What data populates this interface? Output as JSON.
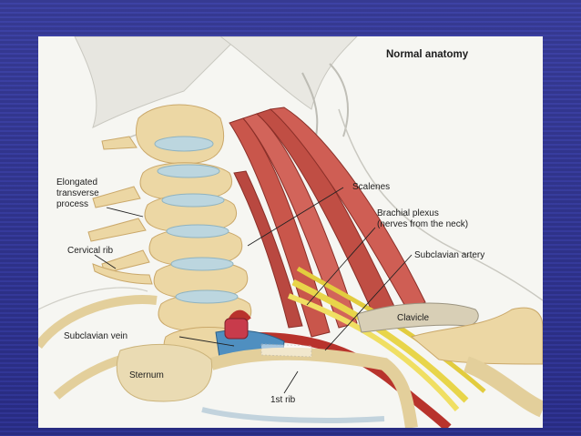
{
  "figure": {
    "title": "Normal anatomy",
    "labels": {
      "elongated_transverse_process": "Elongated transverse process",
      "cervical_rib": "Cervical rib",
      "subclavian_vein": "Subclavian vein",
      "sternum": "Sternum",
      "first_rib": "1st rib",
      "scalenes": "Scalenes",
      "brachial_plexus_line1": "Brachial plexus",
      "brachial_plexus_line2": "(nerves from the neck)",
      "subclavian_artery": "Subclavian artery",
      "clavicle": "Clavicle"
    }
  },
  "colors": {
    "background_blue": "#2b2f8c",
    "panel": "#f6f6f2",
    "bone": "#ecd7a4",
    "disc": "#bcd6df",
    "muscle": "#c9564b",
    "nerve": "#e8d54a",
    "artery": "#b8332c",
    "vein": "#4f8fc0"
  }
}
